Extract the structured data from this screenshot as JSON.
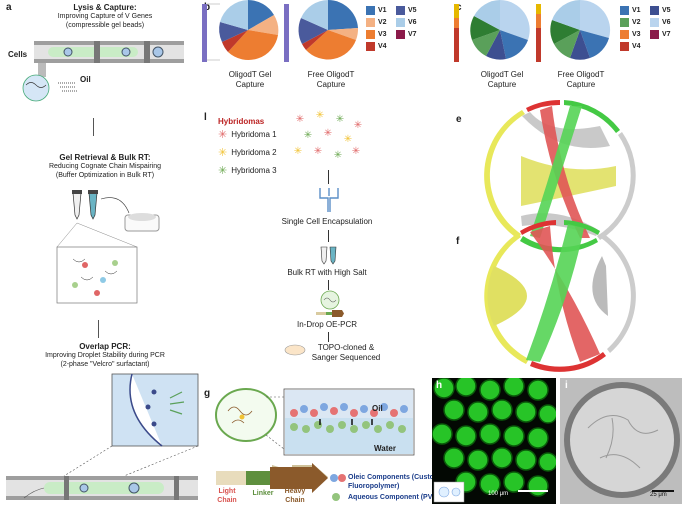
{
  "panels": {
    "a": {
      "label": "a",
      "section1_title": "Lysis & Capture:",
      "section1_sub1": "Improving Capture of V Genes",
      "section1_sub2": "(compressible gel beads)",
      "cells_label": "Cells",
      "oil_label": "Oil",
      "section2_title": "Gel Retrieval & Bulk RT:",
      "section2_sub1": "Reducing Cognate Chain Mispairing",
      "section2_sub2": "(Buffer Optimization in Bulk RT)",
      "section3_title": "Overlap PCR:",
      "section3_sub1": "Improving Droplet Stability during PCR",
      "section3_sub2": "(2-phase \"Velcro\" surfactant)"
    },
    "b": {
      "label": "b",
      "pie1_caption_l1": "OligodT Gel",
      "pie1_caption_l2": "Capture",
      "pie2_caption_l1": "Free OligodT",
      "pie2_caption_l2": "Capture",
      "legend": [
        {
          "name": "V1",
          "color": "#3b73b3"
        },
        {
          "name": "V2",
          "color": "#f4b183"
        },
        {
          "name": "V3",
          "color": "#ed7d31"
        },
        {
          "name": "V4",
          "color": "#c0392b"
        },
        {
          "name": "V5",
          "color": "#4a5a9c"
        },
        {
          "name": "V6",
          "color": "#aacde8"
        },
        {
          "name": "V7",
          "color": "#8b1a4a"
        }
      ]
    },
    "c": {
      "label": "c",
      "pie1_caption_l1": "OligodT Gel",
      "pie1_caption_l2": "Capture",
      "pie2_caption_l1": "Free OligodT",
      "pie2_caption_l2": "Capture",
      "legend": [
        {
          "name": "V1",
          "color": "#3b73b3"
        },
        {
          "name": "V2",
          "color": "#5aa05a"
        },
        {
          "name": "V3",
          "color": "#ed7d31"
        },
        {
          "name": "V4",
          "color": "#c0392b"
        },
        {
          "name": "V5",
          "color": "#3d4f91"
        },
        {
          "name": "V6",
          "color": "#b9d4ee"
        },
        {
          "name": "V7",
          "color": "#8b1a4a"
        }
      ]
    },
    "l": {
      "label": "l",
      "title": "Hybridomas",
      "items": [
        "Hybridoma 1",
        "Hybridoma 2",
        "Hybridoma 3"
      ],
      "item_colors": [
        "#e06666",
        "#f1c232",
        "#6aa84f"
      ],
      "step1": "Single Cell Encapsulation",
      "step2": "Bulk RT with High Salt",
      "step3": "In-Drop OE-PCR",
      "step4_l1": "TOPO-cloned &",
      "step4_l2": "Sanger Sequenced"
    },
    "e": {
      "label": "e"
    },
    "f": {
      "label": "f"
    },
    "g": {
      "label": "g",
      "oil_label": "Oil",
      "water_label": "Water",
      "light_chain_l1": "Light",
      "light_chain_l2": "Chain",
      "linker": "Linker",
      "heavy_chain_l1": "Heavy",
      "heavy_chain_l2": "Chain",
      "legend1_l1": "Oleic Components (Custom",
      "legend1_l2": "Fluoropolymer)",
      "legend2": "Aqueous Component (PVA)"
    },
    "h": {
      "label": "h",
      "scale": "100 μm"
    },
    "i": {
      "label": "i",
      "scale": "25 μm"
    }
  }
}
